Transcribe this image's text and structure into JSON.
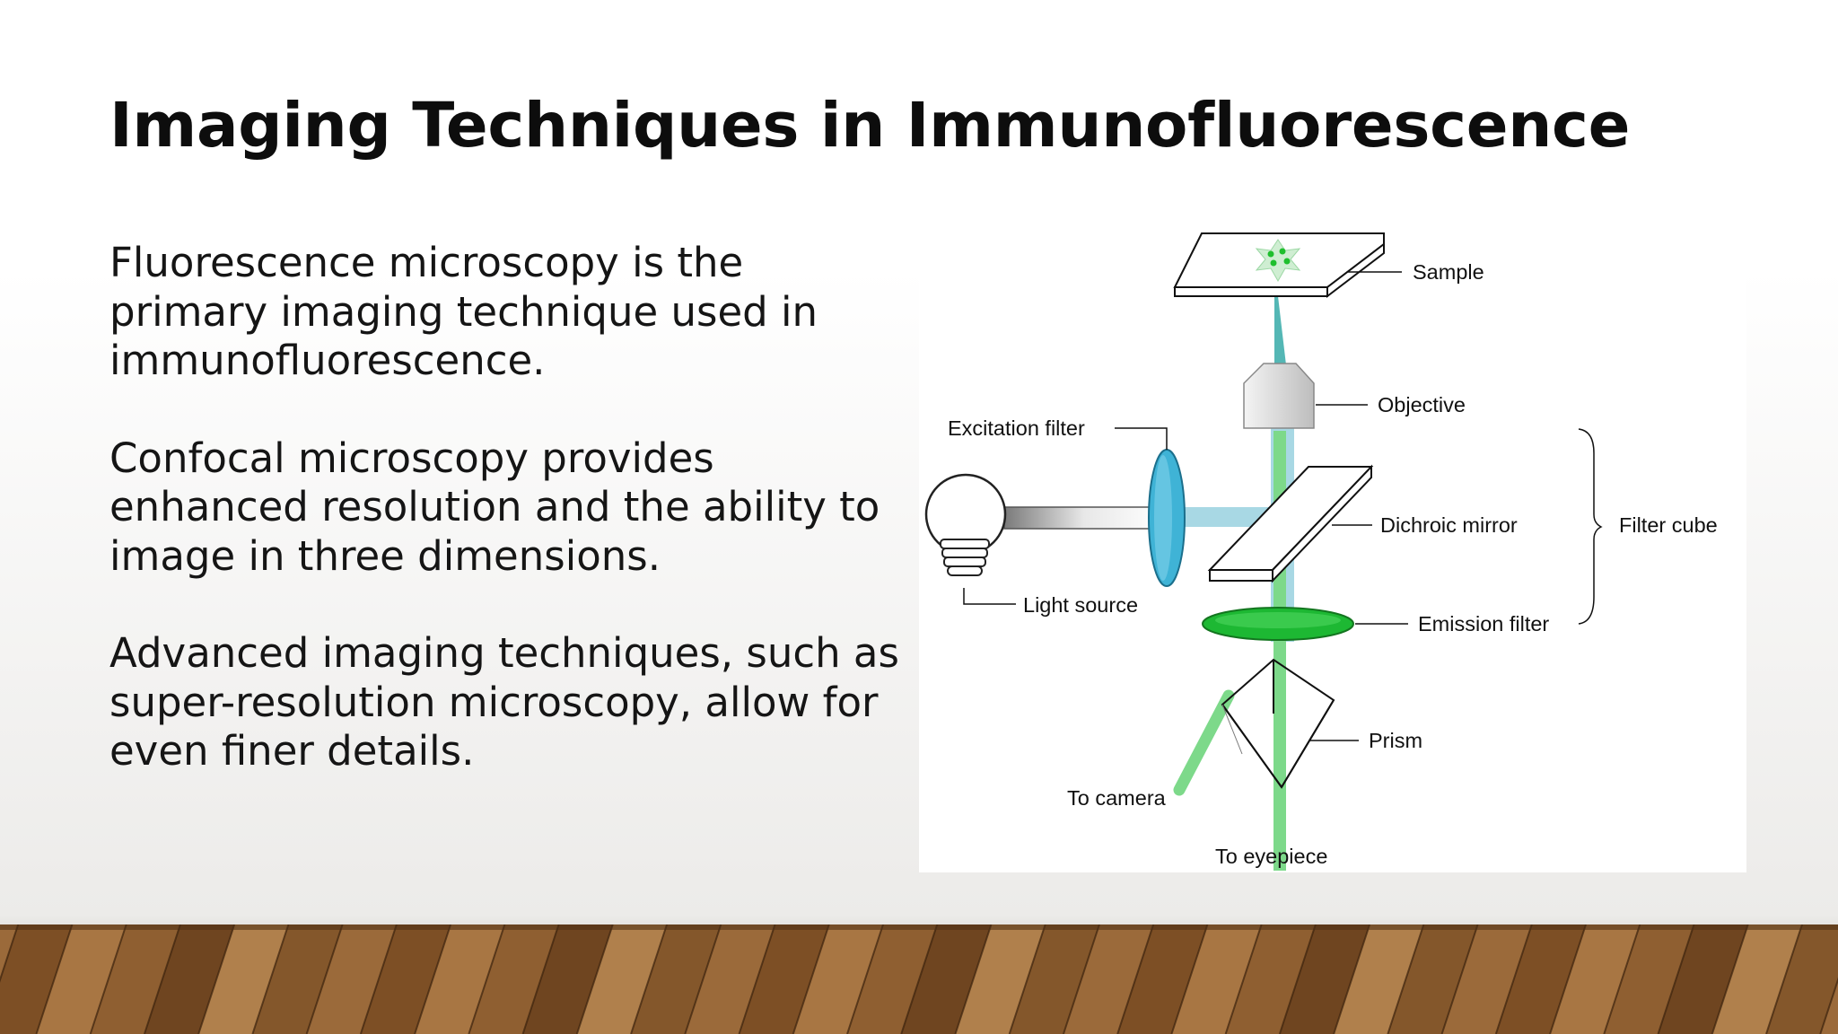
{
  "slide": {
    "title": "Imaging Techniques in Immunofluorescence",
    "paragraphs": [
      "Fluorescence microscopy is the primary imaging technique used in immunofluorescence.",
      "Confocal microscopy provides enhanced resolution and the ability to image in three dimensions.",
      "Advanced imaging techniques, such as super-resolution microscopy, allow for even finer details."
    ]
  },
  "diagram": {
    "labels": {
      "sample": "Sample",
      "objective": "Objective",
      "excitation_filter": "Excitation filter",
      "dichroic_mirror": "Dichroic mirror",
      "filter_cube": "Filter cube",
      "light_source": "Light source",
      "emission_filter": "Emission filter",
      "prism": "Prism",
      "to_camera": "To camera",
      "to_eyepiece": "To eyepiece"
    },
    "colors": {
      "excitation_beam": "#a8d8e4",
      "emission_beam": "#7dd98a",
      "excitation_filter": "#3fb3d6",
      "emission_filter": "#1db833",
      "specimen": "#1fbf2e"
    }
  },
  "background": {
    "floor_color": "#8a5a2e"
  }
}
